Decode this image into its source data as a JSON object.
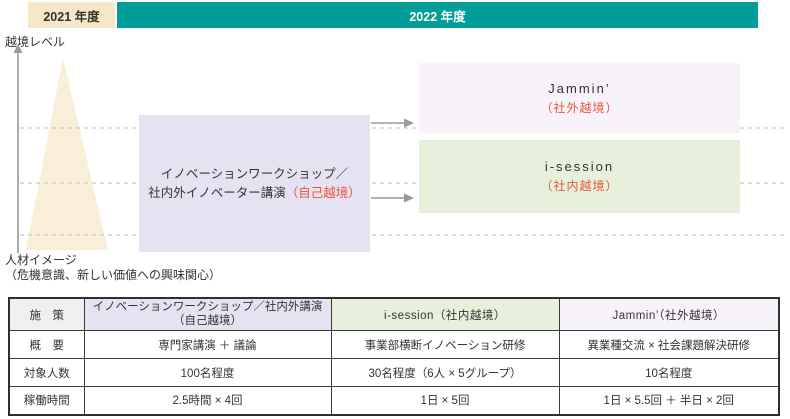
{
  "colors": {
    "teal_bar": "#009E96",
    "cream_2021": "#F6E7C8",
    "triangle_fill": "#F8EDD4",
    "lavender_box": "#E5E2F1",
    "pale_pink_box": "#F8F3FA",
    "pale_green_box": "#E6F0DB",
    "accent_orange": "#E8573B",
    "arrow_gray": "#999999",
    "dashed_line_gray": "#C6C6C6"
  },
  "timeline": {
    "fy2021": "2021 年度",
    "fy2022": "2022 年度"
  },
  "axis": {
    "y_label": "越境レベル",
    "x_label_line1": "人材イメージ",
    "x_label_line2": "（危機意識、新しい価値への興味関心）"
  },
  "diagram": {
    "workshop": {
      "line1": "イノベーションワークショップ／",
      "line2": "社内外イノベーター講演",
      "tag": "（自己越境）"
    },
    "jammin": {
      "title": "Jammin’",
      "tag": "（社外越境）"
    },
    "isession": {
      "title": "i-session",
      "tag": "（社内越境）"
    }
  },
  "table": {
    "col_headers": {
      "c1": "施　策",
      "c2_line1": "イノベーションワークショップ／社内外講演",
      "c2_line2": "（自己越境）",
      "c3": "i-session（社内越境）",
      "c4": "Jammin’（社外越境）"
    },
    "rows": [
      {
        "label": "概　要",
        "workshop": "専門家講演 ＋ 議論",
        "isession": "事業部横断イノベーション研修",
        "jammin": "異業種交流 × 社会課題解決研修"
      },
      {
        "label": "対象人数",
        "workshop": "100名程度",
        "isession": "30名程度（6人 × 5グループ）",
        "jammin": "10名程度"
      },
      {
        "label": "稼働時間",
        "workshop": "2.5時間 × 4回",
        "isession": "1日 × 5回",
        "jammin": "1日 × 5.5回 ＋ 半日 × 2回"
      }
    ]
  }
}
